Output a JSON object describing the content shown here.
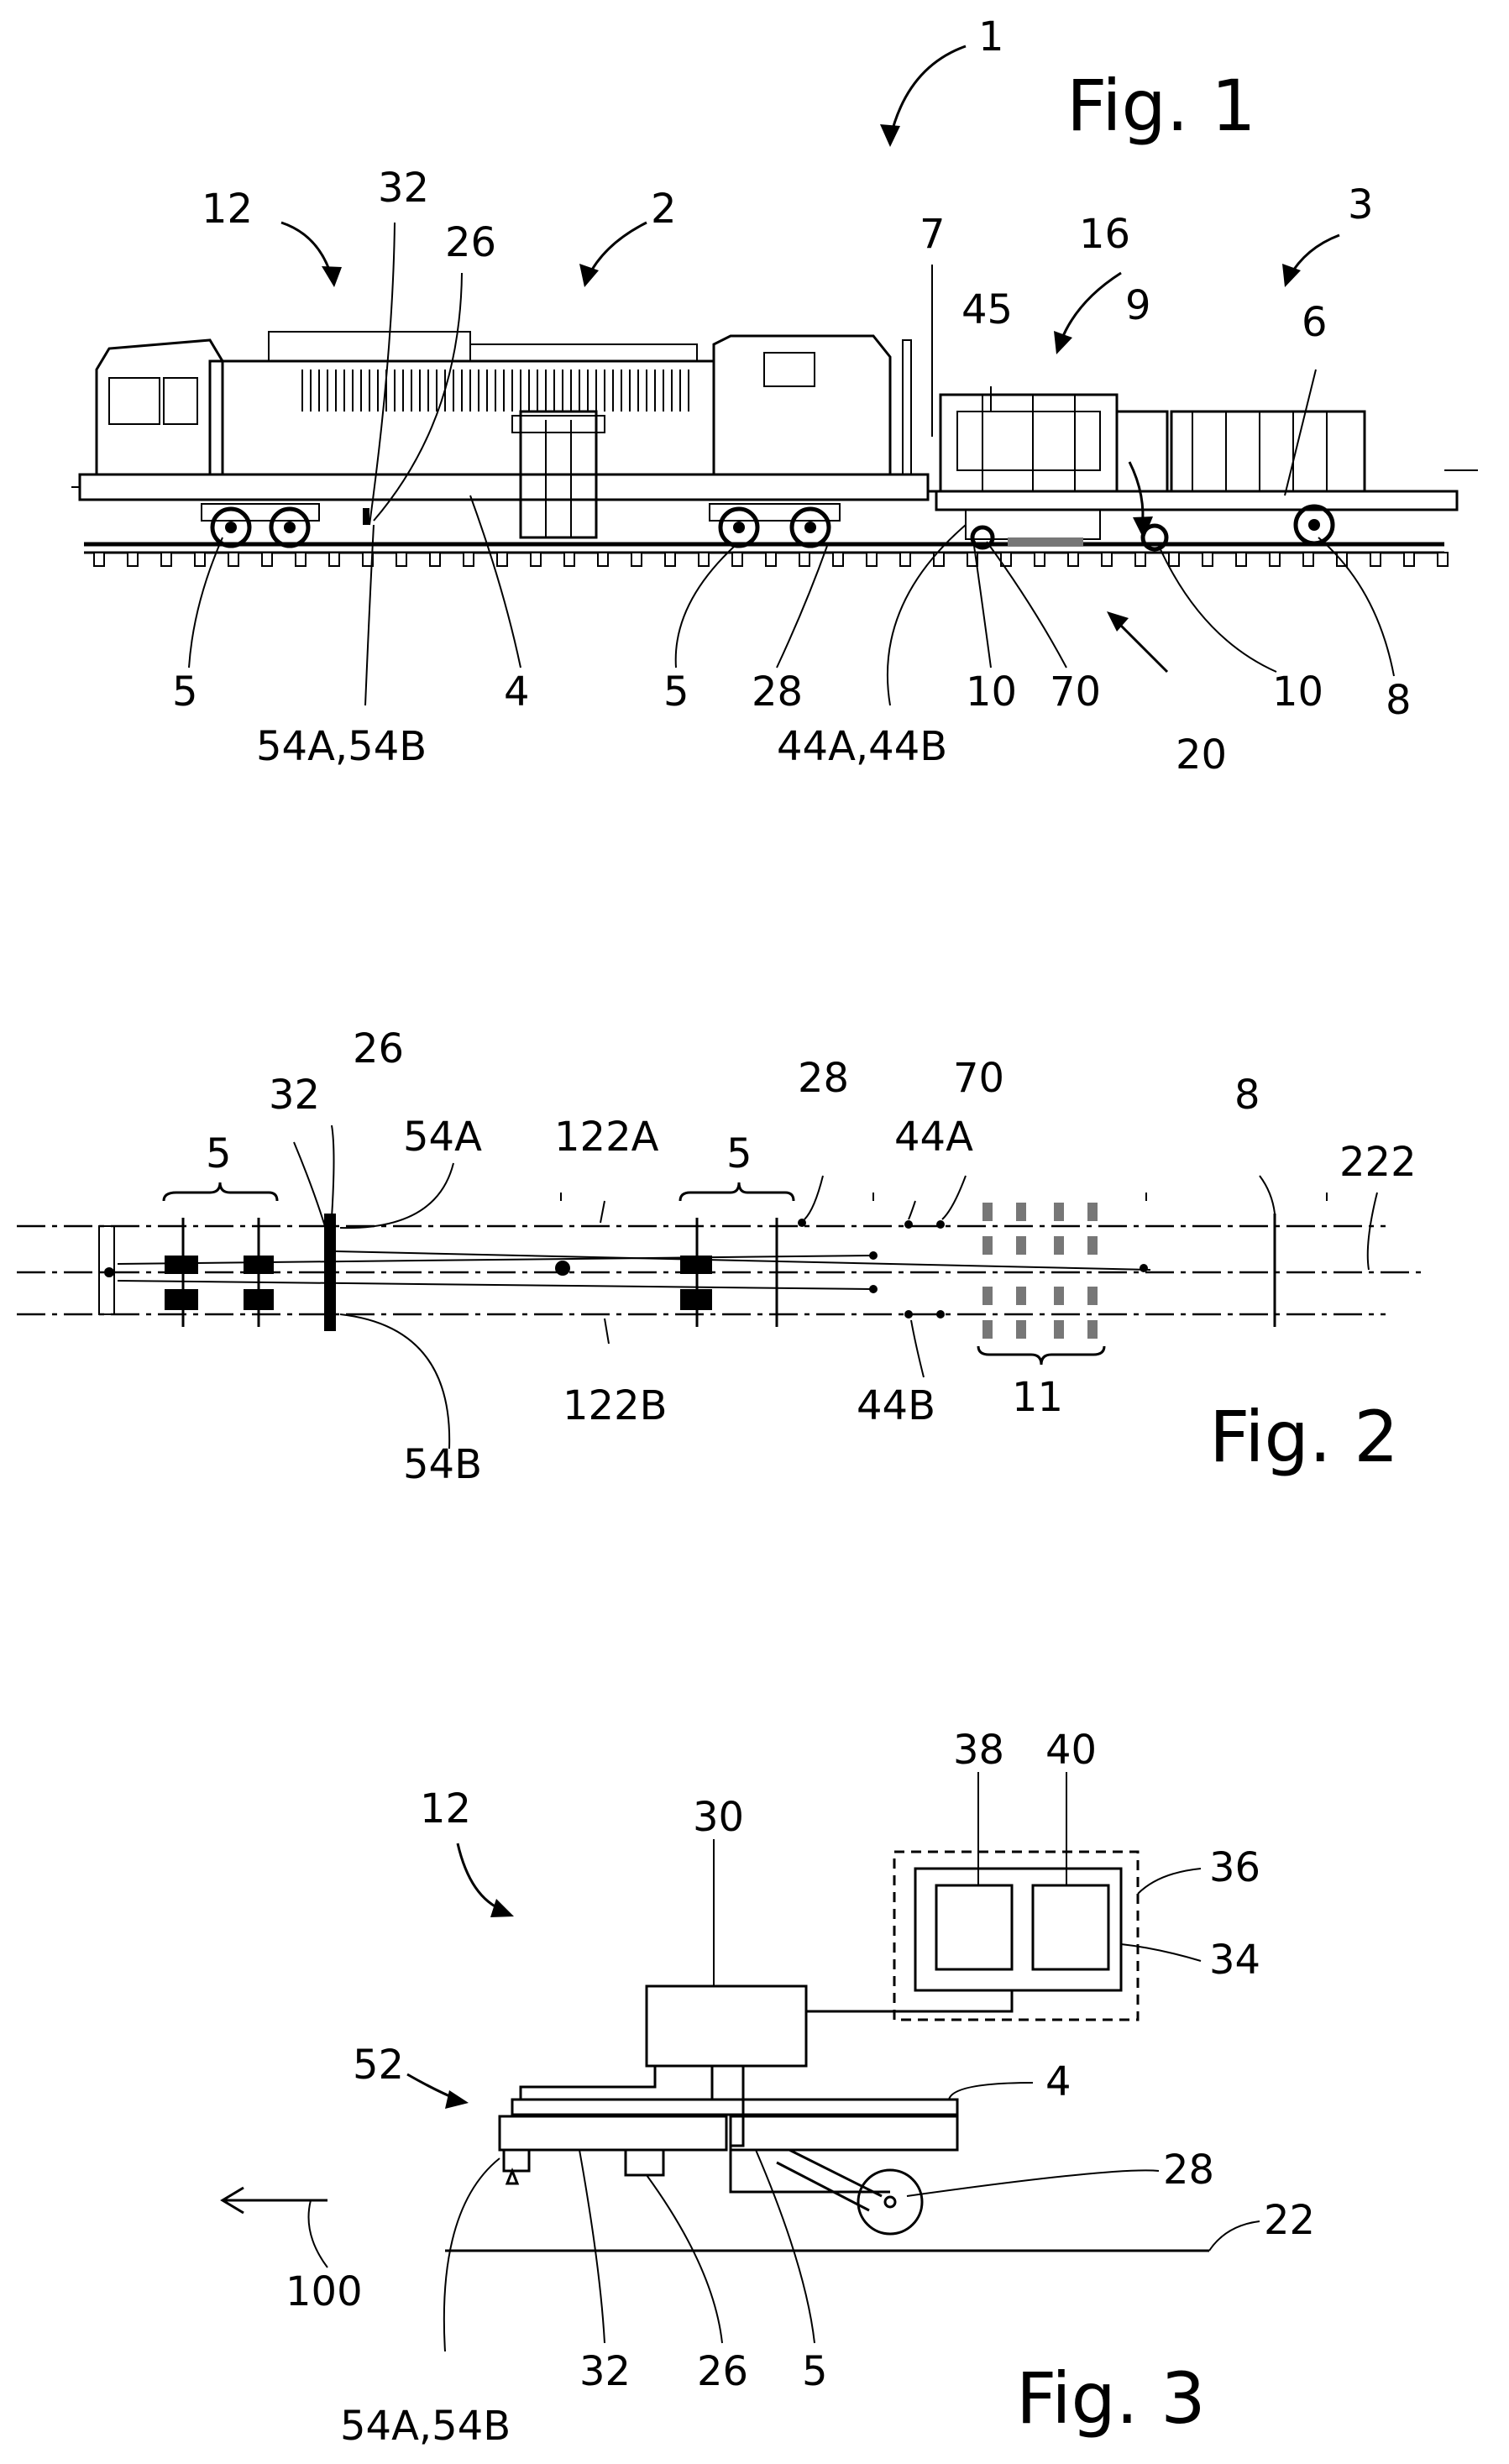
{
  "figures": {
    "fig1": {
      "title": "Fig. 1",
      "labels": {
        "n1": "1",
        "n2": "2",
        "n3": "3",
        "n12": "12",
        "n32": "32",
        "n26": "26",
        "n7": "7",
        "n16": "16",
        "n45": "45",
        "n9": "9",
        "n6": "6",
        "n5a": "5",
        "n4": "4",
        "n5b": "5",
        "n28": "28",
        "n10a": "10",
        "n70": "70",
        "n10b": "10",
        "n8": "8",
        "n54": "54A,54B",
        "n44": "44A,44B",
        "n20": "20"
      }
    },
    "fig2": {
      "title": "Fig. 2",
      "labels": {
        "n26": "26",
        "n32": "32",
        "n54A": "54A",
        "n5a": "5",
        "n122A": "122A",
        "n5b": "5",
        "n28": "28",
        "n44A": "44A",
        "n70": "70",
        "n8": "8",
        "n222": "222",
        "n54B": "54B",
        "n122B": "122B",
        "n44B": "44B",
        "n11": "11"
      }
    },
    "fig3": {
      "title": "Fig. 3",
      "labels": {
        "n38": "38",
        "n40": "40",
        "n12": "12",
        "n30": "30",
        "n36": "36",
        "n34": "34",
        "n52": "52",
        "n4": "4",
        "n28": "28",
        "n100": "100",
        "n22": "22",
        "n54": "54A,54B",
        "n32": "32",
        "n26": "26",
        "n5": "5"
      }
    }
  }
}
